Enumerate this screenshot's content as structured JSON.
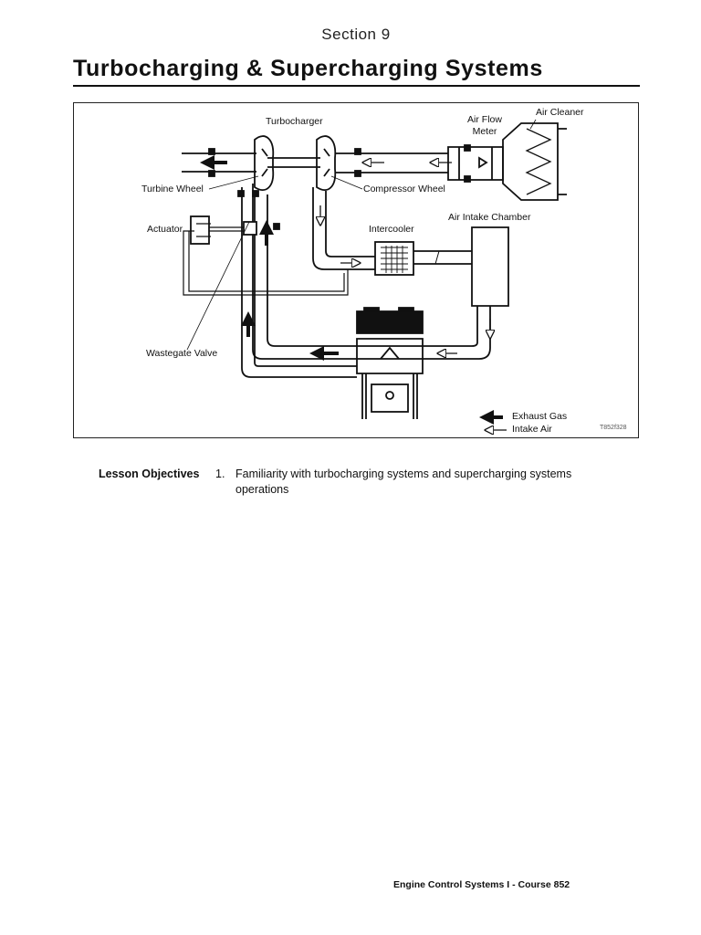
{
  "header": {
    "section": "Section 9",
    "title": "Turbocharging & Supercharging Systems"
  },
  "figure": {
    "labels": {
      "turbocharger": "Turbocharger",
      "air_flow_meter_1": "Air Flow",
      "air_flow_meter_2": "Meter",
      "air_cleaner": "Air Cleaner",
      "turbine_wheel": "Turbine Wheel",
      "compressor_wheel": "Compressor Wheel",
      "actuator": "Actuator",
      "intercooler": "Intercooler",
      "air_intake_chamber": "Air Intake Chamber",
      "wastegate_valve": "Wastegate Valve"
    },
    "legend": {
      "exhaust_gas": "Exhaust Gas",
      "intake_air": "Intake Air"
    },
    "figure_code": "T852f328"
  },
  "objectives": {
    "heading": "Lesson Objectives",
    "items": [
      {
        "number": "1.",
        "text": "Familiarity with turbocharging systems and supercharging systems operations"
      }
    ]
  },
  "footer": {
    "course": "Engine Control Systems I - Course 852"
  }
}
